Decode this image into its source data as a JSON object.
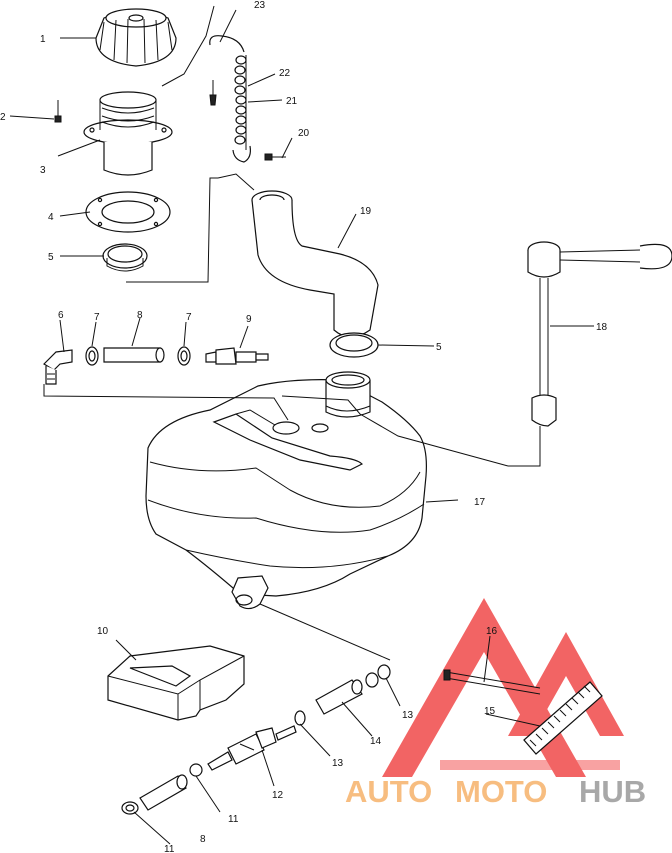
{
  "diagram": {
    "callouts": {
      "c1": "1",
      "c2": "2",
      "c3": "3",
      "c4": "4",
      "c5a": "5",
      "c5b": "5",
      "c6": "6",
      "c7a": "7",
      "c7b": "7",
      "c8a": "8",
      "c8b": "8",
      "c9": "9",
      "c10": "10",
      "c11a": "11",
      "c11b": "11",
      "c12": "12",
      "c13a": "13",
      "c13b": "13",
      "c14": "14",
      "c15": "15",
      "c16": "16",
      "c17": "17",
      "c18": "18",
      "c19": "19",
      "c20": "20",
      "c21": "21",
      "c22": "22",
      "c23": "23"
    }
  },
  "watermark": {
    "brand_part1": "AUTO",
    "brand_part2": "MOTO",
    "brand_part3": "HUB",
    "colors": {
      "red": "#f04a4a",
      "orange": "#f6b26b",
      "gray": "#9a9a9a"
    }
  }
}
